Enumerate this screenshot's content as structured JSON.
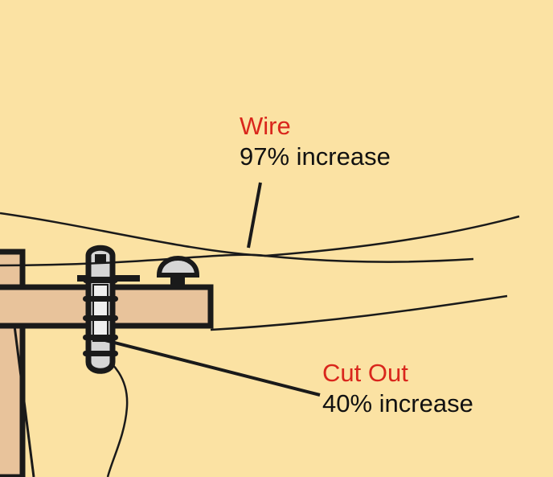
{
  "colors": {
    "background": "#fbe2a3",
    "wood": "#e8c39b",
    "outline": "#1a1a1a",
    "porcelain": "#d6d6d6",
    "label_accent": "#d9261c",
    "label_text": "#111111"
  },
  "annotations": {
    "wire": {
      "title": "Wire",
      "value": "97% increase"
    },
    "cut_out": {
      "title": "Cut Out",
      "value": "40% increase"
    }
  }
}
